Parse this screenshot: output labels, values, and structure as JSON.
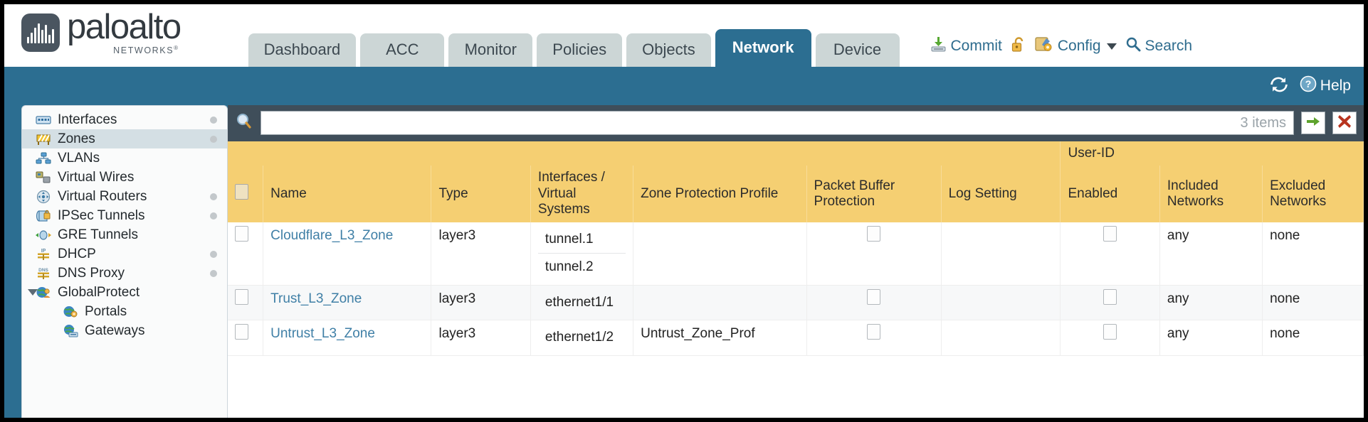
{
  "brand": {
    "name": "paloalto",
    "sub": "NETWORKS",
    "sub_mark": "®"
  },
  "tabs": [
    {
      "label": "Dashboard",
      "active": false
    },
    {
      "label": "ACC",
      "active": false
    },
    {
      "label": "Monitor",
      "active": false
    },
    {
      "label": "Policies",
      "active": false
    },
    {
      "label": "Objects",
      "active": false
    },
    {
      "label": "Network",
      "active": true
    },
    {
      "label": "Device",
      "active": false
    }
  ],
  "top_actions": {
    "commit": "Commit",
    "config": "Config",
    "search": "Search",
    "lock_icon": "unlock-icon",
    "commit_icon": "commit-save-icon",
    "config_icon": "config-wrench-icon",
    "search_icon": "search-magnifier-icon",
    "caret_icon": "chevron-down-icon"
  },
  "blueband": {
    "refresh_icon": "refresh-icon",
    "help_label": "Help",
    "help_icon": "help-question-icon"
  },
  "sidebar": {
    "items": [
      {
        "label": "Interfaces",
        "icon": "interfaces-icon",
        "selected": false,
        "dot": true,
        "child": false,
        "arrow": false
      },
      {
        "label": "Zones",
        "icon": "zones-icon",
        "selected": true,
        "dot": true,
        "child": false,
        "arrow": false
      },
      {
        "label": "VLANs",
        "icon": "vlans-icon",
        "selected": false,
        "dot": false,
        "child": false,
        "arrow": false
      },
      {
        "label": "Virtual Wires",
        "icon": "virtual-wires-icon",
        "selected": false,
        "dot": false,
        "child": false,
        "arrow": false
      },
      {
        "label": "Virtual Routers",
        "icon": "virtual-routers-icon",
        "selected": false,
        "dot": true,
        "child": false,
        "arrow": false
      },
      {
        "label": "IPSec Tunnels",
        "icon": "ipsec-tunnels-icon",
        "selected": false,
        "dot": true,
        "child": false,
        "arrow": false
      },
      {
        "label": "GRE Tunnels",
        "icon": "gre-tunnels-icon",
        "selected": false,
        "dot": false,
        "child": false,
        "arrow": false
      },
      {
        "label": "DHCP",
        "icon": "dhcp-icon",
        "selected": false,
        "dot": true,
        "child": false,
        "arrow": false
      },
      {
        "label": "DNS Proxy",
        "icon": "dns-proxy-icon",
        "selected": false,
        "dot": true,
        "child": false,
        "arrow": false
      },
      {
        "label": "GlobalProtect",
        "icon": "globalprotect-icon",
        "selected": false,
        "dot": false,
        "child": false,
        "arrow": true
      },
      {
        "label": "Portals",
        "icon": "portals-icon",
        "selected": false,
        "dot": false,
        "child": true,
        "arrow": false
      },
      {
        "label": "Gateways",
        "icon": "gateways-icon",
        "selected": false,
        "dot": false,
        "child": true,
        "arrow": false
      }
    ]
  },
  "filterbar": {
    "search_icon": "filter-search-icon",
    "value": "",
    "placeholder": "",
    "items_count": "3 items",
    "apply_icon": "apply-filter-arrow-icon",
    "clear_icon": "clear-filter-x-icon"
  },
  "table": {
    "group_header": "User-ID",
    "columns": [
      "Name",
      "Type",
      "Interfaces / Virtual Systems",
      "Zone Protection Profile",
      "Packet Buffer Protection",
      "Log Setting",
      "Enabled",
      "Included Networks",
      "Excluded Networks"
    ],
    "rows": [
      {
        "selected": false,
        "name": "Cloudflare_L3_Zone",
        "type": "layer3",
        "interfaces": [
          "tunnel.1",
          "tunnel.2"
        ],
        "zone_protection_profile": "",
        "packet_buffer_protection": false,
        "log_setting": "",
        "userid_enabled": false,
        "included_networks": "any",
        "excluded_networks": "none"
      },
      {
        "selected": false,
        "name": "Trust_L3_Zone",
        "type": "layer3",
        "interfaces": [
          "ethernet1/1"
        ],
        "zone_protection_profile": "",
        "packet_buffer_protection": false,
        "log_setting": "",
        "userid_enabled": false,
        "included_networks": "any",
        "excluded_networks": "none"
      },
      {
        "selected": false,
        "name": "Untrust_L3_Zone",
        "type": "layer3",
        "interfaces": [
          "ethernet1/2"
        ],
        "zone_protection_profile": "Untrust_Zone_Prof",
        "packet_buffer_protection": false,
        "log_setting": "",
        "userid_enabled": false,
        "included_networks": "any",
        "excluded_networks": "none"
      }
    ]
  },
  "colors": {
    "brand_blue": "#2c6e91",
    "header_yellow": "#f5cf72",
    "group_amber": "#e3b33f",
    "link_blue": "#3f7fa6"
  }
}
